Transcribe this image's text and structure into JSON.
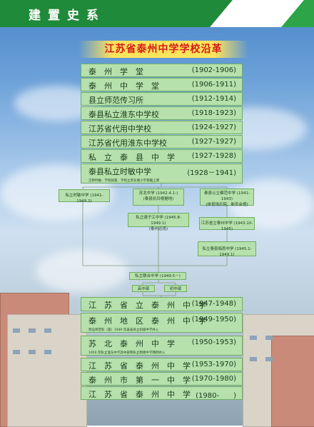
{
  "header": {
    "title": "建置史系"
  },
  "main_title": "江苏省泰州中学学校沿革",
  "colors": {
    "header_green": "#1f8a3a",
    "box_green": "#b6e0ac",
    "title_red": "#d41a1a",
    "title_yellow": "#ffe35a"
  },
  "timeline_top": [
    {
      "name": "泰　州　学　堂",
      "years": "(1902-1906)"
    },
    {
      "name": "泰　州　中　学　堂",
      "years": "(1906-1911)"
    },
    {
      "name": "县立师范传习所",
      "years": "(1912-1914)"
    },
    {
      "name": "泰县私立淮东中学校",
      "years": "(1918-1923)"
    },
    {
      "name": "江苏省代用中学校",
      "years": "(1924-1927)"
    },
    {
      "name": "江苏省代用淮东中学校",
      "years": "(1927-1927)"
    },
    {
      "name": "私　立　泰　县　中　学",
      "years": "(1927-1928)"
    }
  ],
  "shimin": {
    "name": "泰县私立时敏中学",
    "years": "(1928－1941)",
    "note": "泛称时敏、学校如家、学校立贤东塘小学寄籍上课"
  },
  "branches": {
    "left": "私立时敏中学 (1941-1949.2)",
    "mid1": [
      "苏北中学 (1942.4.1-)",
      "(泰县抗日根据地)"
    ],
    "mid2": [
      "私立骑子江中学 (1945.8-1949.1)",
      "(泰州迅雨)"
    ],
    "right1": [
      "泰县公立模范中学 (1941-1943)",
      "(体育场乐院、新安会馆)"
    ],
    "right2": "江苏省立泰州中学 (1943.10-1945)",
    "right3": "私立泰县临雨中学 (1945.1-1949.1)"
  },
  "merge": {
    "name": "私立联合中学 (1949.5－)",
    "high": "高中部",
    "junior": "初中部"
  },
  "timeline_bottom": [
    {
      "name": "江　苏　省　立　泰　州　中　学",
      "years": "(1947-1948)",
      "note": ""
    },
    {
      "name": "泰　州　地　区　泰　州　中　学",
      "years": "(1949-1950)",
      "note": "附设师范科（部）1949 年泰泰县立初级中学并入"
    },
    {
      "name": "苏　北　泰　州　中　学",
      "years": "(1950-1953)",
      "note": "1950 年私立淮东中学高中部和私立明德中学两所并入"
    },
    {
      "name": "江　苏　省　泰　州　中　学",
      "years": "(1953-1970)",
      "note": ""
    },
    {
      "name": "泰　州　市　第　一　中　学",
      "years": "(1970-1980)",
      "note": ""
    },
    {
      "name": "江　苏　省　泰　州　中　学",
      "years": "(1980-　　)",
      "note": ""
    }
  ]
}
